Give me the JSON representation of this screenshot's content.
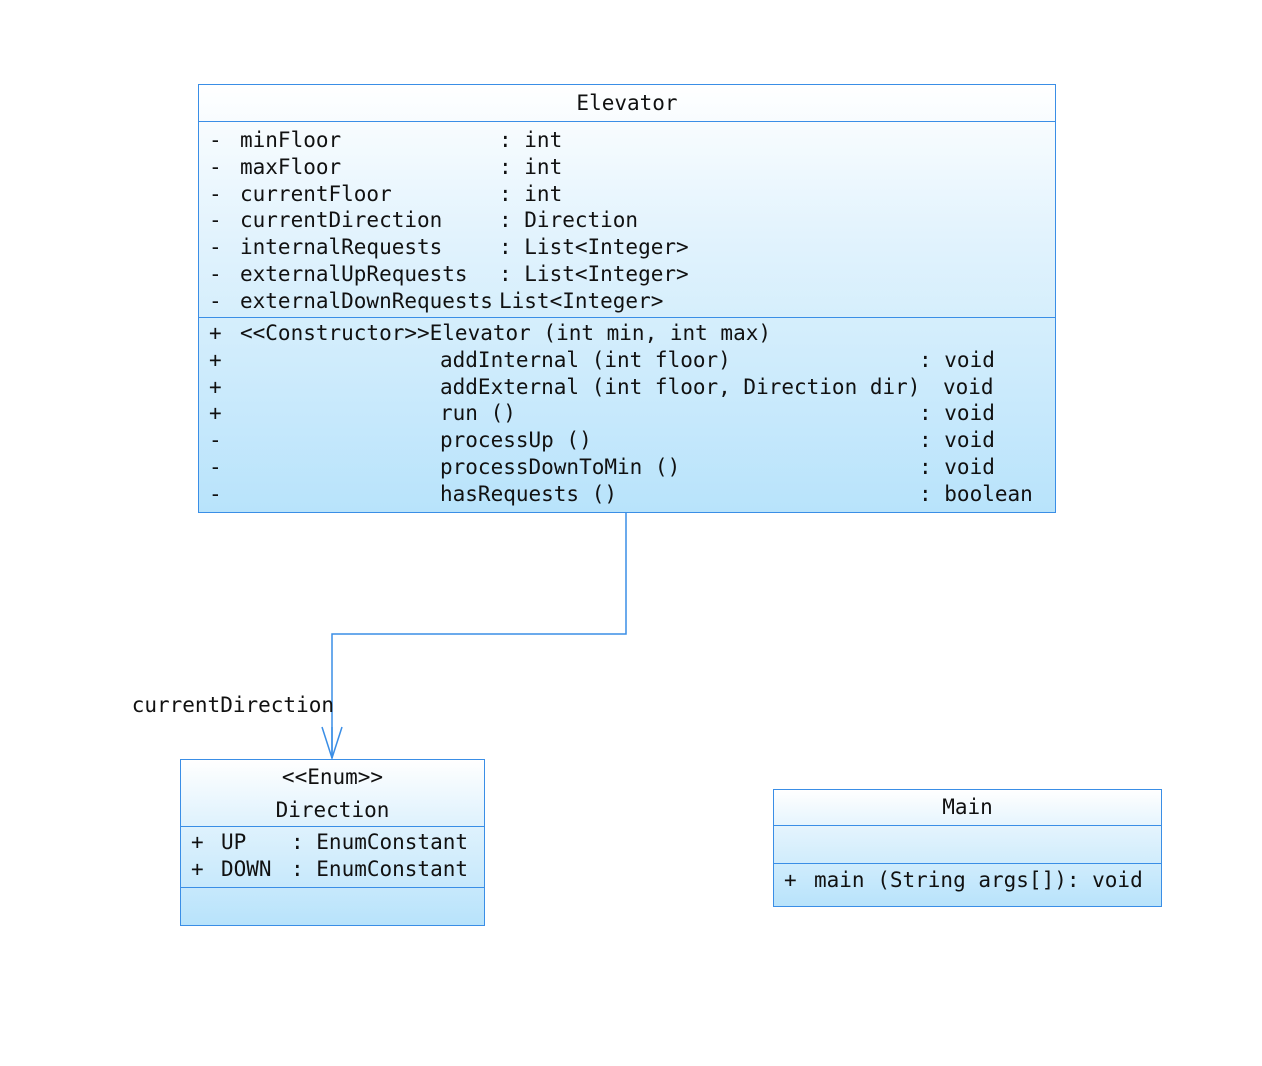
{
  "elevator": {
    "name": "Elevator",
    "attributes": [
      {
        "vis": "-",
        "name": "minFloor",
        "type": ": int"
      },
      {
        "vis": "-",
        "name": "maxFloor",
        "type": ": int"
      },
      {
        "vis": "-",
        "name": "currentFloor",
        "type": ": int"
      },
      {
        "vis": "-",
        "name": "currentDirection",
        "type": ": Direction"
      },
      {
        "vis": "-",
        "name": "internalRequests",
        "type": ": List<Integer>"
      },
      {
        "vis": "-",
        "name": "externalUpRequests",
        "type": ": List<Integer>"
      },
      {
        "vis": "-",
        "name": "externalDownRequests",
        "type": "List<Integer>"
      }
    ],
    "constructor": {
      "vis": "+",
      "text": "<<Constructor>>Elevator (int min, int max)"
    },
    "operations": [
      {
        "vis": "+",
        "name": "addInternal (int floor)",
        "ret": ": void"
      },
      {
        "vis": "+",
        "name": "addExternal (int floor, Direction dir)",
        "ret": "void"
      },
      {
        "vis": "+",
        "name": "run ()",
        "ret": ": void"
      },
      {
        "vis": "-",
        "name": "processUp ()",
        "ret": ": void"
      },
      {
        "vis": "-",
        "name": "processDownToMin ()",
        "ret": ": void"
      },
      {
        "vis": "-",
        "name": "hasRequests ()",
        "ret": ": boolean"
      }
    ]
  },
  "direction": {
    "stereotype": "<<Enum>>",
    "name": "Direction",
    "literals": [
      {
        "vis": "+",
        "name": "UP",
        "type": ": EnumConstant"
      },
      {
        "vis": "+",
        "name": "DOWN",
        "type": ": EnumConstant"
      }
    ]
  },
  "main": {
    "name": "Main",
    "operations": [
      {
        "vis": "+",
        "name": "main (String args[]): void"
      }
    ]
  },
  "association": {
    "label": "currentDirection",
    "from": "Elevator",
    "to": "Direction"
  },
  "colors": {
    "border": "#3a8ee6",
    "fill_top": "#ffffff",
    "fill_bottom": "#b8e3fb"
  }
}
